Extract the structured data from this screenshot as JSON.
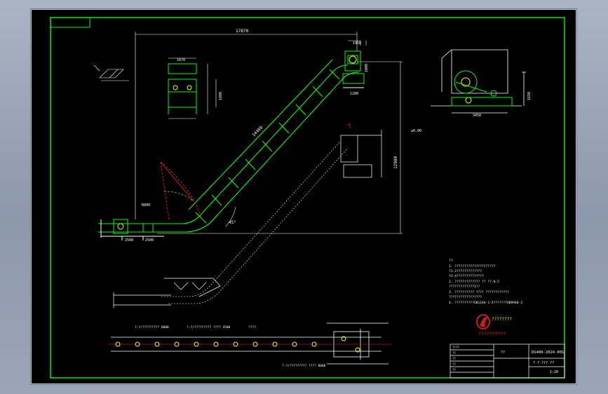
{
  "title_block": {
    "drawing_no": "DS400-2024-001",
    "name": "? ? ??? ??",
    "scale": "1:20",
    "labels": [
      "????",
      "??",
      "??",
      "??",
      "??"
    ],
    "sheet_text": "??"
  },
  "notes": [
    "??:",
    "1. ?????????????????????",
    "   ?1-2?????????????",
    "   ?3-4??????????????",
    "2. ?????????????    ?? ?? 0.5",
    "   ?????????????1??",
    "3. ??????????  ???? ????????????",
    "   ?????????????????",
    "4. ??????????GB1184-1-5???????GB9948-2"
  ],
  "dimensions": {
    "total_length": "17870",
    "height": "12980",
    "angle": "45°",
    "incline_len": "14480",
    "top_width": "1950",
    "bottom_len_1": "2500",
    "bottom_len_2": "2500",
    "head_h": "1000",
    "head_w": "1200",
    "tail_dim": "8000",
    "side_w": "1870",
    "side_h": "1800",
    "right_w": "3450",
    "right_h": "1650"
  },
  "annotations": {
    "plan_a": "?:?/????????? 8000",
    "plan_b": "?:?/????????? ???? 4500",
    "plan_c": "????",
    "plan_d": "?:?/????????? ???? 8000",
    "datum": "±0.00"
  },
  "logo": {
    "line1": "????????",
    "line2": "??????????"
  },
  "colors": {
    "frame": "#00ff00",
    "conveyor": "#00ff00",
    "dim": "#ffffff",
    "hidden": "#ffffff",
    "accent_red": "#ff2020",
    "accent_yellow": "#ffff00",
    "logo_red": "#c81e1e"
  }
}
